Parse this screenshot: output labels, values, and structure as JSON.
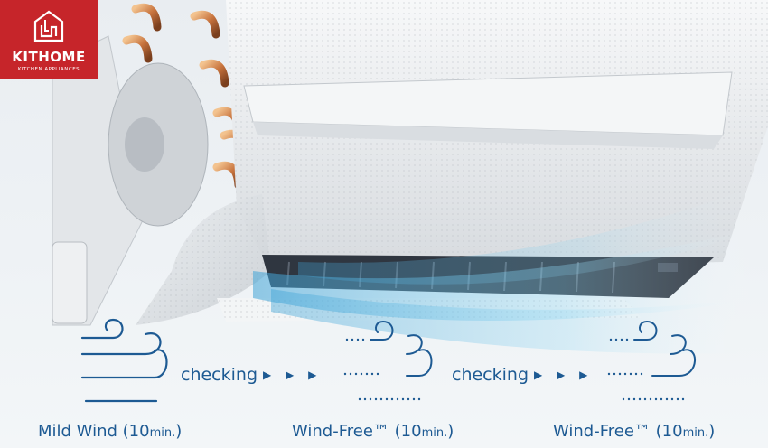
{
  "logo": {
    "brand": "KITHOME",
    "tagline": "KITCHEN APPLIANCES",
    "color": "#c6252a"
  },
  "steps": [
    {
      "mode": "Mild Wind (10",
      "unit": "min.",
      "close": ")"
    },
    {
      "mode": "Wind-Free™ (10",
      "unit": "min.",
      "close": ")"
    },
    {
      "mode": "Wind-Free™ (10",
      "unit": "min.",
      "close": ")"
    }
  ],
  "connectors": [
    {
      "text": "checking",
      "arrows": "▶ ▶ ▶"
    },
    {
      "text": "checking",
      "arrows": "▶ ▶ ▶"
    }
  ],
  "colors": {
    "text": "#1d5a93",
    "airflow": "#6fc2e6"
  }
}
